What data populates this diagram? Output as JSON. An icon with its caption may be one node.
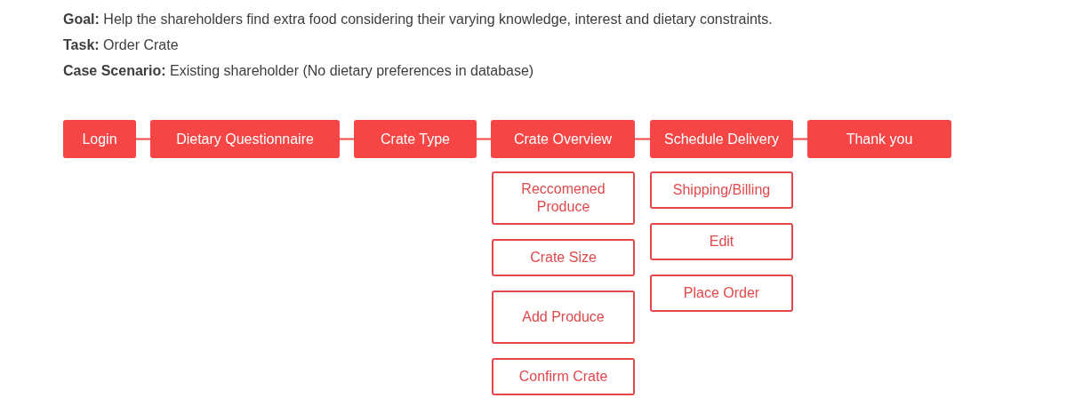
{
  "diagram": {
    "nodes": [
      {
        "text": [
          "Login"
        ]
      },
      {
        "text": [
          "Dietary Questionnaire"
        ]
      },
      {
        "text": [
          "Crate Type"
        ]
      },
      {
        "text": [
          "Crate Overview"
        ]
      },
      {
        "text": [
          "Schedule Delivery"
        ]
      },
      {
        "text": [
          "Thank you"
        ]
      },
      {
        "text": [
          "Reccomened Produce"
        ]
      },
      {
        "text": [
          "Crate Size"
        ]
      },
      {
        "text": [
          "Add Produce"
        ]
      },
      {
        "text": [
          "Confirm Crate"
        ]
      },
      {
        "text": [
          "Shipping/Billing"
        ]
      },
      {
        "text": [
          "Edit"
        ]
      },
      {
        "text": [
          "Place Order"
        ]
      }
    ],
    "edges": [
      {
        "from": 0,
        "to": 1,
        "arrow": "none"
      },
      {
        "from": 1,
        "to": 2,
        "arrow": "none"
      },
      {
        "from": 2,
        "to": 3,
        "arrow": "none"
      },
      {
        "from": 3,
        "to": 4,
        "arrow": "none"
      },
      {
        "from": 4,
        "to": 5,
        "arrow": "none"
      }
    ],
    "labels": [
      "**Goal:** Help the shareholders find extra food considering their varying knowledge, interest and dietary constraints.",
      "**Task:** Order Crate",
      "**Case Scenario:** Existing shareholder (No dietary preferences in database)"
    ]
  }
}
